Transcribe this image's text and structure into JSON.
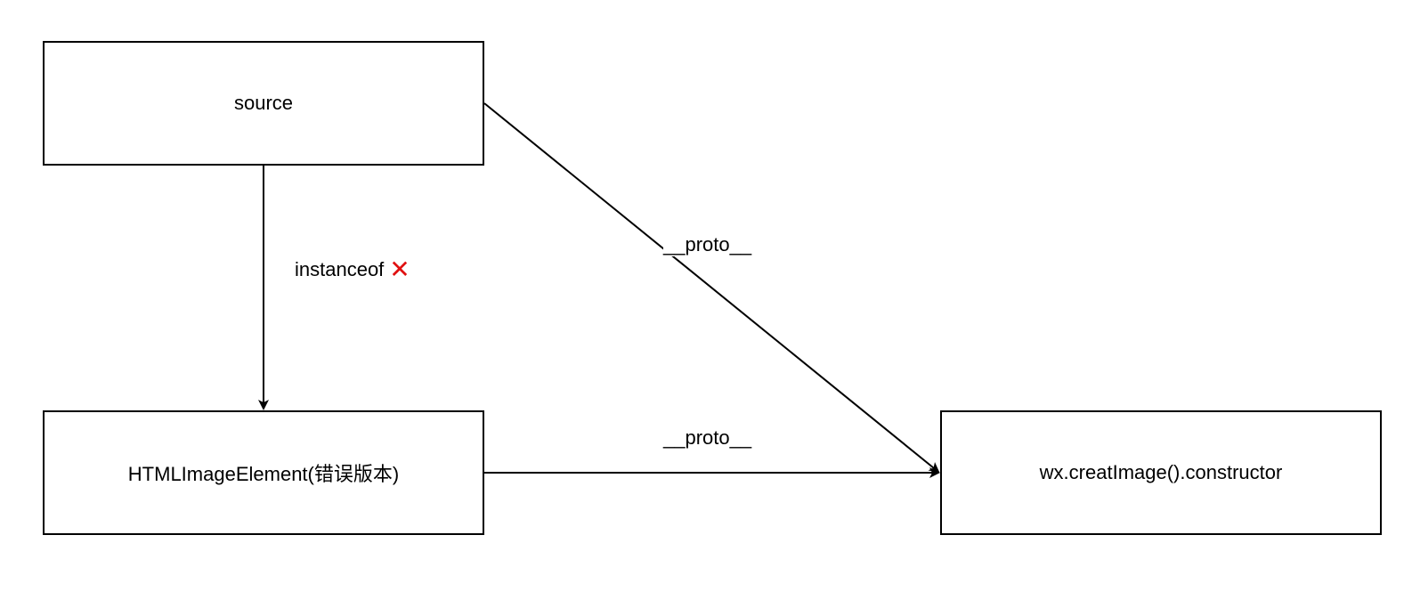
{
  "diagram": {
    "nodes": {
      "source": "source",
      "html_image_element": "HTMLImageElement(错误版本)",
      "wx_constructor": "wx.creatImage().constructor"
    },
    "edges": {
      "source_to_html": {
        "label": "instanceof",
        "status_icon": "cross-mark-icon",
        "status_color": "#e01010"
      },
      "source_to_wx": {
        "label": "__proto__"
      },
      "html_to_wx": {
        "label": "__proto__"
      }
    }
  }
}
